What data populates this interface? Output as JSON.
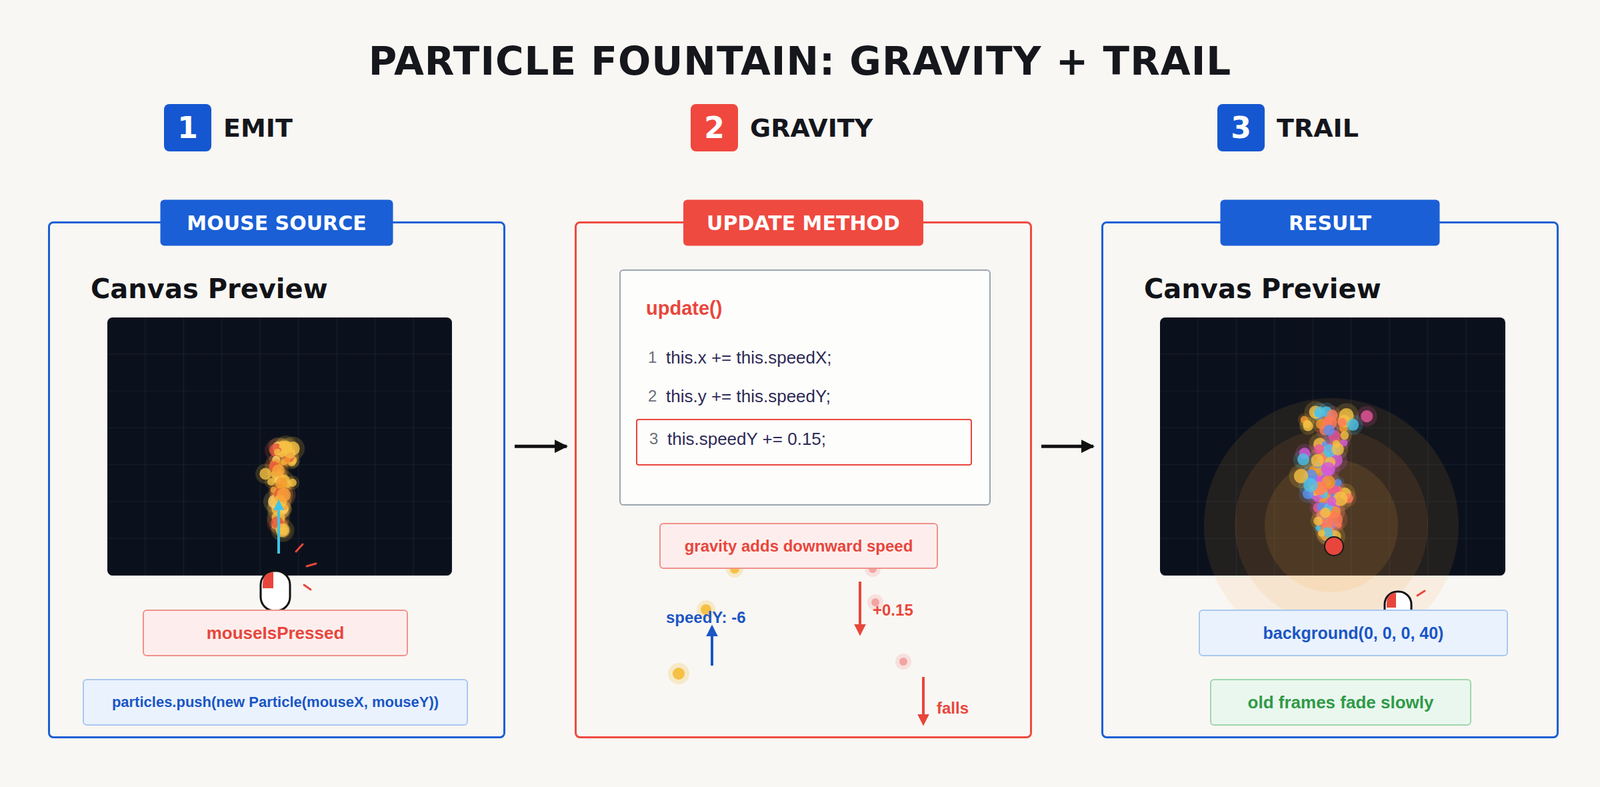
{
  "diagram": {
    "title": "PARTICLE FOUNTAIN: GRAVITY + TRAIL",
    "nodes": [
      {
        "text": [
          "1",
          "EMIT"
        ]
      },
      {
        "text": [
          "2",
          "GRAVITY"
        ]
      },
      {
        "text": [
          "3",
          "TRAIL"
        ]
      },
      {
        "text": [
          "MOUSE SOURCE",
          "Canvas Preview"
        ]
      },
      {
        "text": [
          "mouseIsPressed"
        ],
        "in": 3
      },
      {
        "text": [
          "particles.push(new Particle(mouseX, mouseY))"
        ],
        "in": 3
      },
      {
        "text": [
          "UPDATE METHOD"
        ]
      },
      {
        "text": [
          "update()",
          "1",
          "this.x += this.speedX;",
          "2",
          "this.y += this.speedY;"
        ],
        "in": 6
      },
      {
        "text": [
          "3",
          "this.speedY += 0.15;"
        ],
        "in": 7
      },
      {
        "text": [
          "gravity adds downward speed"
        ],
        "in": 6
      },
      {
        "text": [
          "RESULT",
          "Canvas Preview"
        ]
      },
      {
        "text": [
          "background(0, 0, 0, 40)"
        ],
        "in": 10
      },
      {
        "text": [
          "old frames fade slowly"
        ],
        "in": 10
      }
    ],
    "edges": [
      {
        "from": 3,
        "to": 6,
        "arrow": "to"
      },
      {
        "from": 6,
        "to": 10,
        "arrow": "to"
      }
    ],
    "labels": [
      "speedY: -6",
      "+0.15",
      "falls"
    ]
  }
}
